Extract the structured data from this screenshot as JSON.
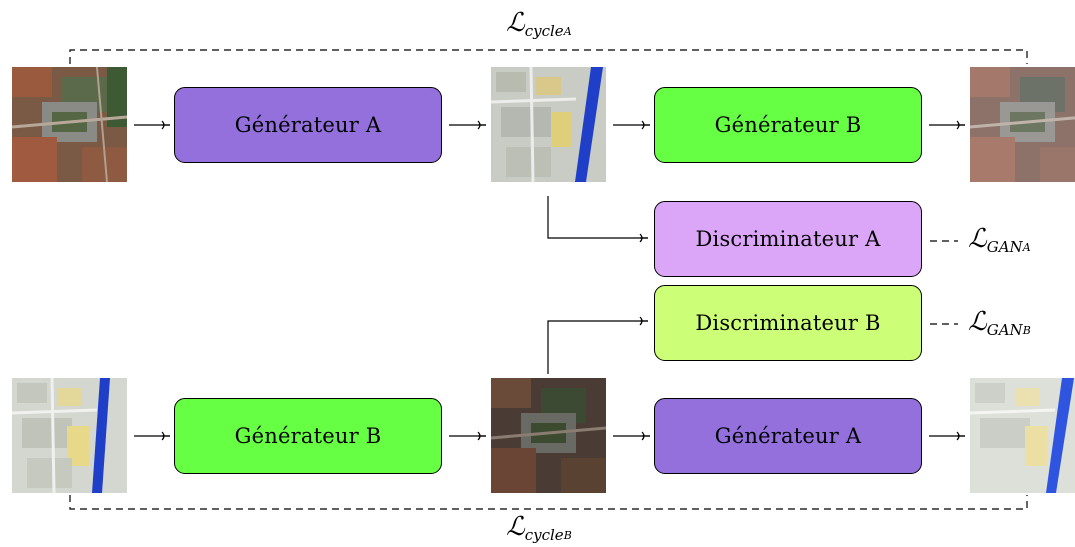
{
  "colors": {
    "gen_a": "#9370db",
    "gen_b": "#66ff44",
    "disc_a": "#dba6f7",
    "disc_b": "#ccff77"
  },
  "top_row": {
    "gen_a_label": "Générateur A",
    "gen_b_label": "Générateur B"
  },
  "bottom_row": {
    "gen_b_label": "Générateur B",
    "gen_a_label": "Générateur A"
  },
  "discriminators": {
    "a_label": "Discriminateur A",
    "b_label": "Discriminateur B"
  },
  "losses": {
    "cycle_a": {
      "symbol": "ℒ",
      "sub": "cycle",
      "subsub": "A"
    },
    "cycle_b": {
      "symbol": "ℒ",
      "sub": "cycle",
      "subsub": "B"
    },
    "gan_a": {
      "symbol": "ℒ",
      "sub": "GAN",
      "subsub": "A"
    },
    "gan_b": {
      "symbol": "ℒ",
      "sub": "GAN",
      "subsub": "B"
    }
  },
  "images": {
    "top_input": "aerial-photo",
    "top_mid": "map-tile",
    "top_out": "aerial-photo-reconstructed",
    "bottom_input": "map-tile",
    "bottom_mid": "aerial-photo",
    "bottom_out": "map-tile-reconstructed"
  }
}
